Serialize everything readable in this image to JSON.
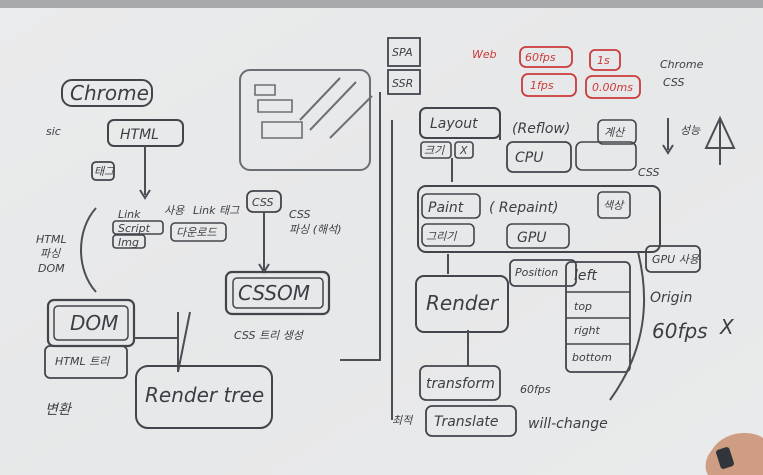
{
  "board": {
    "title": "Chrome",
    "left": {
      "side": "sic",
      "html": "HTML",
      "tag": "태그",
      "link": "Link",
      "script": "Script",
      "img": "Img",
      "note1": "사용",
      "note2": "Link 태그",
      "note3": "다운로드",
      "htmlParse1": "HTML",
      "htmlParse2": "파싱",
      "htmlParse3": "DOM",
      "dom": "DOM",
      "htmlTree": "HTML 트리",
      "convert": "변환",
      "css": "CSS",
      "cssNote1": "CSS",
      "cssNote2": "파싱 (해석)",
      "cssom": "CSSOM",
      "cssomNote": "CSS 트리 생성",
      "renderTree": "Render tree"
    },
    "top": {
      "spa": "SPA",
      "ssr": "SSR",
      "web": "Web",
      "fps60": "60fps",
      "d1": "1s",
      "d2": "1fps",
      "d3": "0.00ms",
      "chrome": "Chrome",
      "cssRight": "CSS"
    },
    "right": {
      "layout": "Layout",
      "reflow": "(Reflow)",
      "sizeTag1": "크기",
      "sizeX": "X",
      "cpu": "CPU",
      "calc": "계산",
      "arrowLabel": "성능",
      "cssTiny": "CSS",
      "paint": "Paint",
      "repaint": "( Repaint)",
      "draw": "그리기",
      "gpu": "GPU",
      "color": "색상",
      "render": "Render",
      "position": "Position",
      "left": "left",
      "top": "top",
      "right": "right",
      "bottom": "bottom",
      "gpuNote": "GPU 사용",
      "origin": "Origin",
      "fps": "60fps",
      "fpsX": "X",
      "transform": "transform",
      "translate": "Translate",
      "fps2": "60fps",
      "willChange": "will-change",
      "bottomLeft": "최적"
    }
  }
}
